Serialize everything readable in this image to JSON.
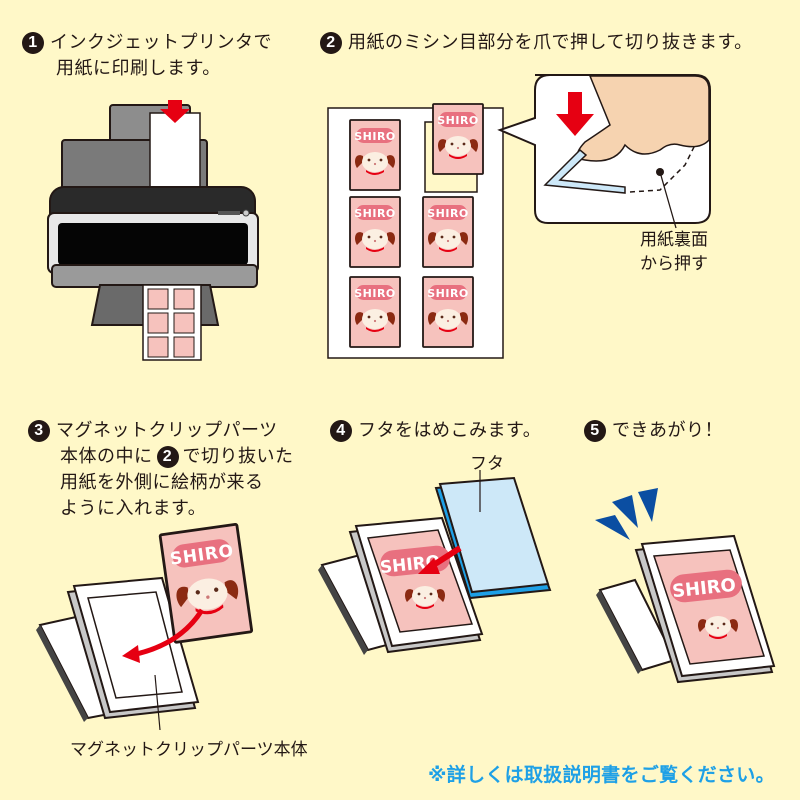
{
  "steps": [
    {
      "number": "1",
      "lines": [
        "インクジェットプリンタで",
        "用紙に印刷します。"
      ]
    },
    {
      "number": "2",
      "lines": [
        "用紙のミシン目部分を爪で押して切り抜きます。"
      ]
    },
    {
      "number": "3",
      "lines": [
        "マグネットクリップパーツ",
        "本体の中に",
        "で切り抜いた",
        "用紙を外側に絵柄が来る",
        "ように入れます。"
      ],
      "inline_ref": "2"
    },
    {
      "number": "4",
      "lines": [
        "フタをはめこみます。"
      ]
    },
    {
      "number": "5",
      "lines": [
        "できあがり！"
      ]
    }
  ],
  "labels": {
    "press_from_back": [
      "用紙裏面",
      "から押す"
    ],
    "lid": "フタ",
    "clip_body": "マグネットクリップパーツ本体"
  },
  "card": {
    "title": "SHIRO",
    "count_on_sheet": 6
  },
  "note": "※詳しくは取扱説明書をご覧ください。",
  "colors": {
    "background": "#fff8c8",
    "card_pink": "#f6c2bd",
    "badge_pink": "#e8707f",
    "arrow_red": "#e60012",
    "dog_ear": "#8b2a12",
    "lid_blue": "#1ea0e6",
    "lid_fill": "#cde8f8",
    "sparkle_blue": "#0b4ea2",
    "note_blue": "#1ea0e6"
  }
}
